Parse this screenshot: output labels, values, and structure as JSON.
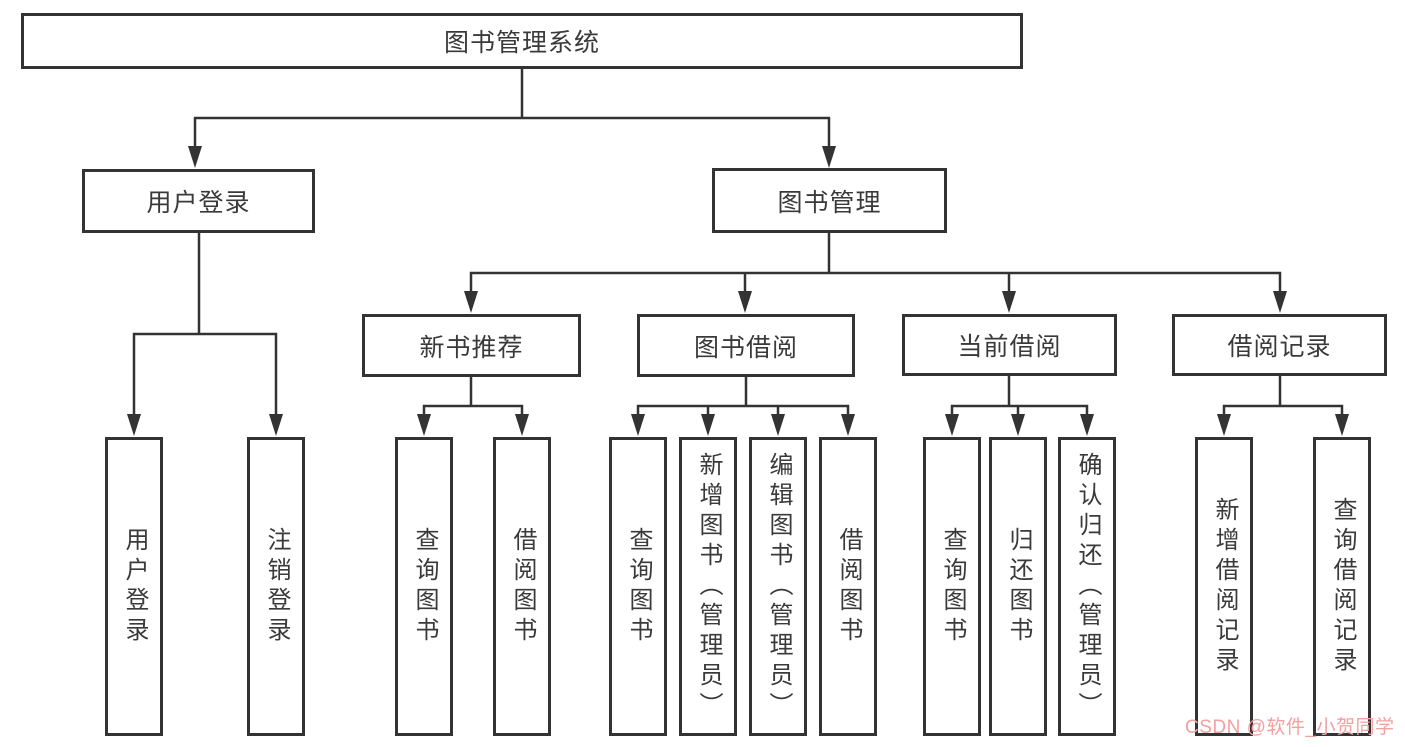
{
  "colors": {
    "line": "#333333",
    "text": "#3a3a3a",
    "box_background": "#ffffff",
    "watermark": "#f2a0a0"
  },
  "watermark": {
    "text": "CSDN @软件_小贺同学"
  },
  "tree": {
    "root": {
      "label": "图书管理系统"
    },
    "children": [
      {
        "label": "用户登录",
        "children": [
          {
            "label": "用户登录"
          },
          {
            "label": "注销登录"
          }
        ]
      },
      {
        "label": "图书管理",
        "children": [
          {
            "label": "新书推荐",
            "children": [
              {
                "label": "查询图书"
              },
              {
                "label": "借阅图书"
              }
            ]
          },
          {
            "label": "图书借阅",
            "children": [
              {
                "label": "查询图书"
              },
              {
                "label": "新增图书（管理员）"
              },
              {
                "label": "编辑图书（管理员）"
              },
              {
                "label": "借阅图书"
              }
            ]
          },
          {
            "label": "当前借阅",
            "children": [
              {
                "label": "查询图书"
              },
              {
                "label": "归还图书"
              },
              {
                "label": "确认归还（管理员）"
              }
            ]
          },
          {
            "label": "借阅记录",
            "children": [
              {
                "label": "新增借阅记录"
              },
              {
                "label": "查询借阅记录"
              }
            ]
          }
        ]
      }
    ]
  }
}
